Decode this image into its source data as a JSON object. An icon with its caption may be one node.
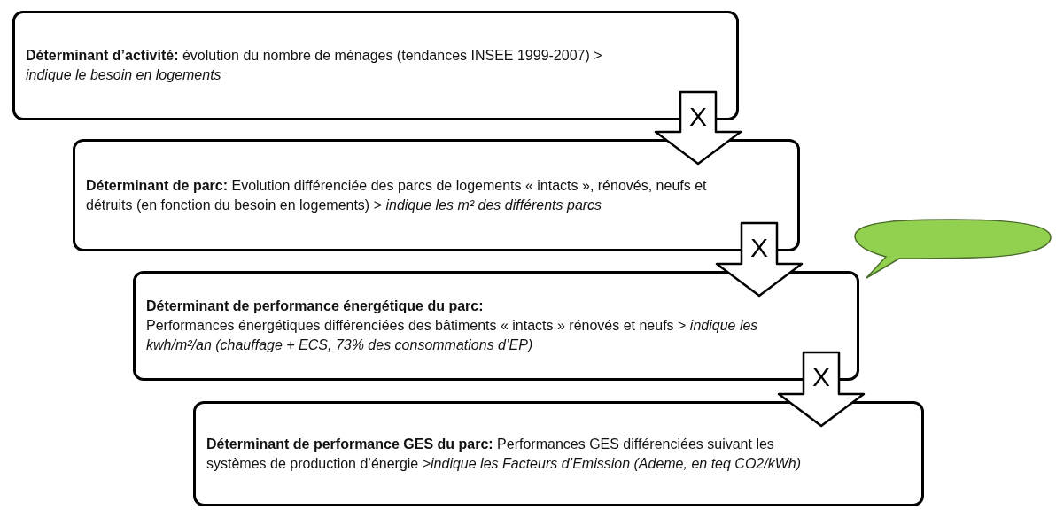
{
  "diagram": {
    "nodes": [
      {
        "text": [
          "**Déterminant d’activité:** évolution du nombre de ménages (tendances INSEE 1999-2007) > *indique le besoin en logements*"
        ]
      },
      {
        "text": [
          "**Déterminant de parc:** Evolution différenciée des parcs de logements « intacts », rénovés, neufs et détruits (en fonction du besoin en logements) > *indique les m² des différents parcs*"
        ]
      },
      {
        "text": [
          "Déterminant de performance énergétique du parc:",
          "Performances énergétiques différenciées des bâtiments « intacts » rénovés et neufs > *indique les kwh/m²/an (chauffage + ECS, 73% des consommations d’EP)*"
        ]
      },
      {
        "text": [
          "**Déterminant de performance GES du parc:** Performances GES différenciées suivant les systèmes de production d’énergie *>indique les Facteurs d’Emission (Ademe, en teq CO2/kWh)*"
        ]
      },
      {
        "text": [],
        "shape": "callout"
      }
    ],
    "edges": [
      {
        "from": 0,
        "to": 1,
        "arrow": "to",
        "label": "X"
      },
      {
        "from": 1,
        "to": 2,
        "arrow": "to",
        "label": "X"
      },
      {
        "from": 2,
        "to": 3,
        "arrow": "to",
        "label": "X"
      }
    ]
  }
}
